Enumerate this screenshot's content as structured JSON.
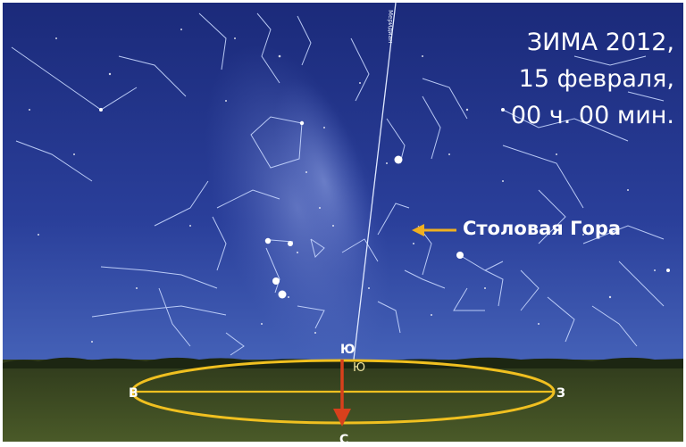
{
  "caption": {
    "line1": "ЗИМА 2012,",
    "line2": "15 февраля,",
    "line3": "00 ч. 00 мин."
  },
  "target_label": "Столовая Гора",
  "meridian_label": "Меридиан",
  "directions": {
    "south": "Ю",
    "south_horizon": "Ю",
    "east": "В",
    "west": "З",
    "north": "С"
  },
  "colors": {
    "sky_top": "#1c2a78",
    "sky_bottom": "#3a56b0",
    "ground": "#3f4e24",
    "ellipse": "#f0c020",
    "arrow_north": "#d8401c",
    "arrow_target": "#f0b020",
    "constellation_lines": "#c8d8ff"
  }
}
